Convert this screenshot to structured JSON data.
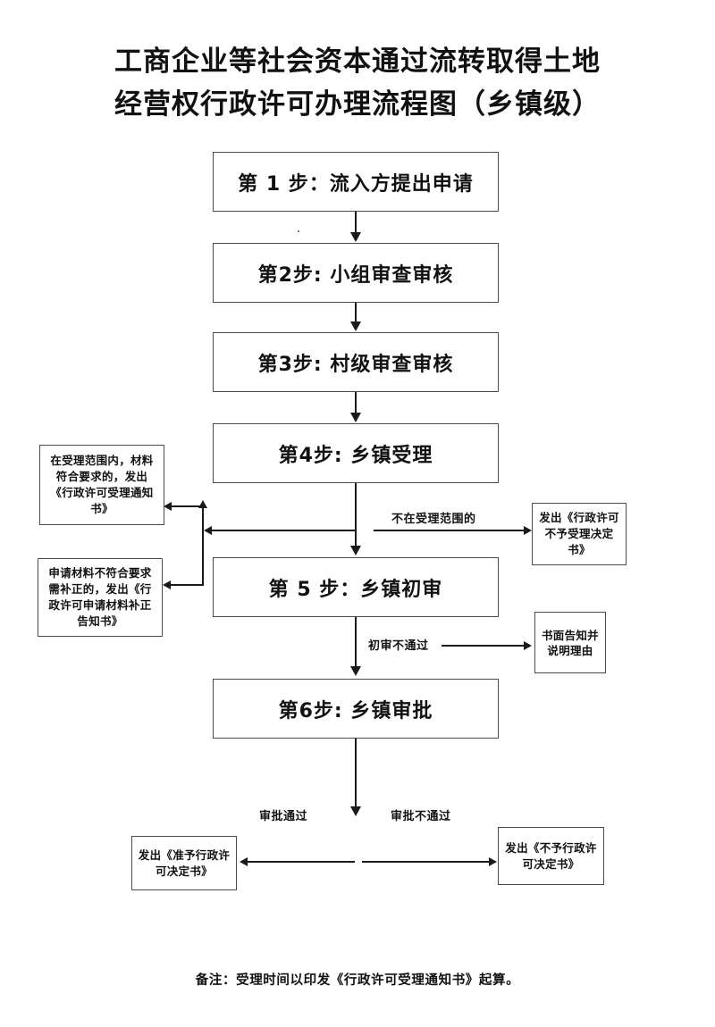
{
  "title": {
    "line1": "工商企业等社会资本通过流转取得土地",
    "line2": "经营权行政许可办理流程图（乡镇级）"
  },
  "steps": [
    {
      "id": "step-1",
      "label": "第 1 步：流入方提出申请"
    },
    {
      "id": "step-2",
      "label": "第2步: 小组审查审核"
    },
    {
      "id": "step-3",
      "label": "第3步: 村级审查审核"
    },
    {
      "id": "step-4",
      "label": "第4步: 乡镇受理"
    },
    {
      "id": "step-5",
      "label": "第 5 步：乡镇初审"
    },
    {
      "id": "step-6",
      "label": "第6步: 乡镇审批"
    }
  ],
  "side_notes": {
    "accept_ok": "在受理范围内，材料符合要求的，发出《行政许可受理通知书》",
    "need_supplement": "申请材料不符合要求需补正的，发出《行政许可申请材料补正告知书》",
    "not_accepted": "发出《行政许可不予受理决定书》",
    "written_notice": "书面告知并说明理由",
    "approved_doc": "发出《准予行政许可决定书》",
    "rejected_doc": "发出《不予行政许可决定书》"
  },
  "edge_labels": {
    "out_of_scope": "不在受理范围的",
    "preliminary_failed": "初审不通过",
    "approval_passed": "审批通过",
    "approval_failed": "审批不通过"
  },
  "footer": {
    "note": "备注：受理时间以印发《行政许可受理通知书》起算。"
  },
  "chart_data": {
    "type": "flowchart",
    "title": "工商企业等社会资本通过流转取得土地经营权行政许可办理流程图（乡镇级）",
    "orientation": "top-to-bottom",
    "nodes": [
      {
        "id": "step-1",
        "text": "第 1 步：流入方提出申请",
        "kind": "process"
      },
      {
        "id": "step-2",
        "text": "第2步: 小组审查审核",
        "kind": "process"
      },
      {
        "id": "step-3",
        "text": "第3步: 村级审查审核",
        "kind": "process"
      },
      {
        "id": "step-4",
        "text": "第4步: 乡镇受理",
        "kind": "process"
      },
      {
        "id": "step-5",
        "text": "第 5 步：乡镇初审",
        "kind": "process"
      },
      {
        "id": "step-6",
        "text": "第6步: 乡镇审批",
        "kind": "process"
      },
      {
        "id": "accept-ok",
        "text": "在受理范围内，材料符合要求的，发出《行政许可受理通知书》",
        "kind": "outcome"
      },
      {
        "id": "need-supplement",
        "text": "申请材料不符合要求需补正的，发出《行政许可申请材料补正告知书》",
        "kind": "outcome"
      },
      {
        "id": "not-accepted",
        "text": "发出《行政许可不予受理决定书》",
        "kind": "outcome"
      },
      {
        "id": "written-notice",
        "text": "书面告知并说明理由",
        "kind": "outcome"
      },
      {
        "id": "approved-doc",
        "text": "发出《准予行政许可决定书》",
        "kind": "outcome"
      },
      {
        "id": "rejected-doc",
        "text": "发出《不予行政许可决定书》",
        "kind": "outcome"
      }
    ],
    "edges": [
      {
        "from": "step-1",
        "to": "step-2",
        "label": ""
      },
      {
        "from": "step-2",
        "to": "step-3",
        "label": ""
      },
      {
        "from": "step-3",
        "to": "step-4",
        "label": ""
      },
      {
        "from": "step-4",
        "to": "step-5",
        "label": ""
      },
      {
        "from": "step-4",
        "to": "accept-ok",
        "label": ""
      },
      {
        "from": "step-4",
        "to": "not-accepted",
        "label": "不在受理范围的"
      },
      {
        "from": "step-5",
        "to": "need-supplement",
        "label": ""
      },
      {
        "from": "step-5",
        "to": "written-notice",
        "label": "初审不通过"
      },
      {
        "from": "step-5",
        "to": "step-6",
        "label": ""
      },
      {
        "from": "step-6",
        "to": "approved-doc",
        "label": "审批通过"
      },
      {
        "from": "step-6",
        "to": "rejected-doc",
        "label": "审批不通过"
      }
    ],
    "footnote": "备注：受理时间以印发《行政许可受理通知书》起算。"
  }
}
